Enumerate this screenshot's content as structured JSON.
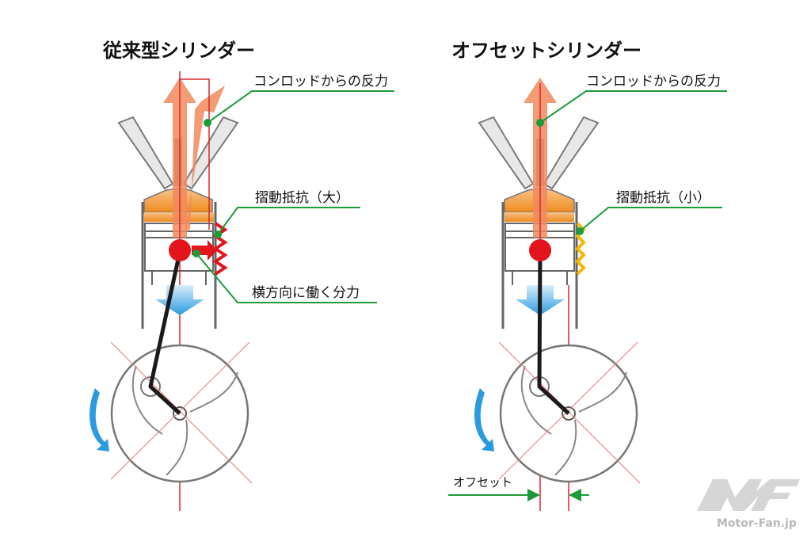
{
  "left": {
    "title": "従来型シリンダー",
    "label_reaction": "コンロッドからの反力",
    "label_friction": "摺動抵抗（大）",
    "label_side_force": "横方向に働く分力"
  },
  "right": {
    "title": "オフセットシリンダー",
    "label_reaction": "コンロッドからの反力",
    "label_friction": "摺動抵抗（小）",
    "label_offset": "オフセット"
  },
  "logo": {
    "text": "Motor-Fan.jp"
  },
  "colors": {
    "leader": "#1c9b3a",
    "reaction_arrow": "#f08a5d",
    "pin": "#e3141b",
    "friction_large": "#e3141b",
    "friction_small": "#f5b800",
    "motion_arrow": "#2b9ae0",
    "centerline": "#d9262b",
    "metal": "#888888"
  },
  "icons": [
    "reaction-arrow-icon",
    "rotation-arrow-icon",
    "down-motion-arrow-icon",
    "friction-zigzag-icon"
  ]
}
